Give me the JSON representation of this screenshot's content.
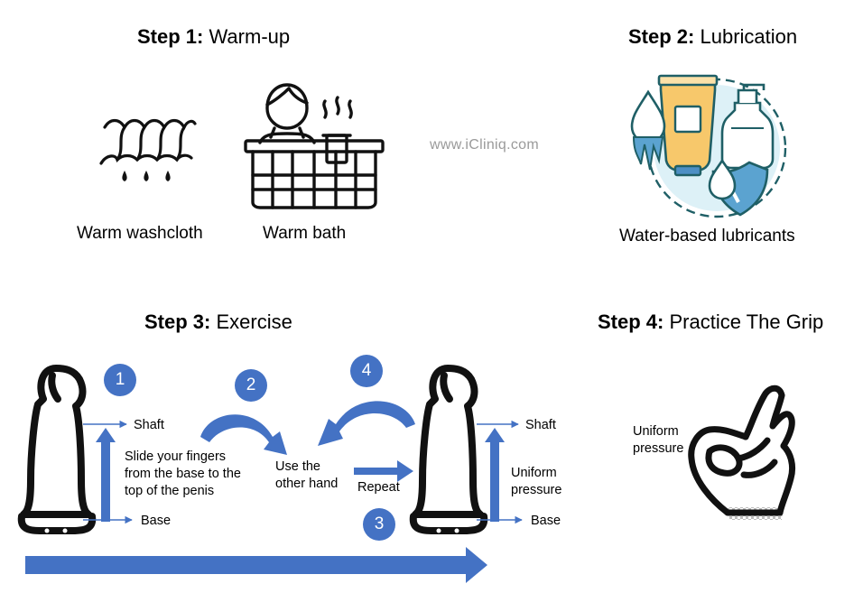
{
  "step1": {
    "label": "Step 1:",
    "title": "Warm-up",
    "washcloth": "Warm washcloth",
    "bath": "Warm bath"
  },
  "step2": {
    "label": "Step 2:",
    "title": "Lubrication",
    "caption": "Water-based lubricants"
  },
  "step3": {
    "label": "Step 3:",
    "title": "Exercise",
    "shaft_left": "Shaft",
    "base_left": "Base",
    "slide_lines": [
      "Slide your fingers",
      "from the base to the",
      "top of the penis"
    ],
    "other_hand_lines": [
      "Use the",
      "other hand"
    ],
    "repeat": "Repeat",
    "shaft_right": "Shaft",
    "base_right": "Base",
    "uniform_lines": [
      "Uniform",
      "pressure"
    ],
    "badges": [
      "1",
      "2",
      "3",
      "4"
    ]
  },
  "step4": {
    "label": "Step 4:",
    "title": "Practice The Grip",
    "pressure_lines": [
      "Uniform",
      "pressure"
    ]
  },
  "watermark": "www.iCliniq.com",
  "colors": {
    "accent_blue": "#4472c4",
    "text": "#000000",
    "lotion_yellow": "#f7c86b",
    "drop_blue": "#5ba3d0",
    "teal": "#1f5f66"
  },
  "icons": [
    "washcloth-icon",
    "hot-bath-icon",
    "lubricant-bottles-icon",
    "penis-silhouette-icon",
    "ok-hand-grip-icon"
  ]
}
